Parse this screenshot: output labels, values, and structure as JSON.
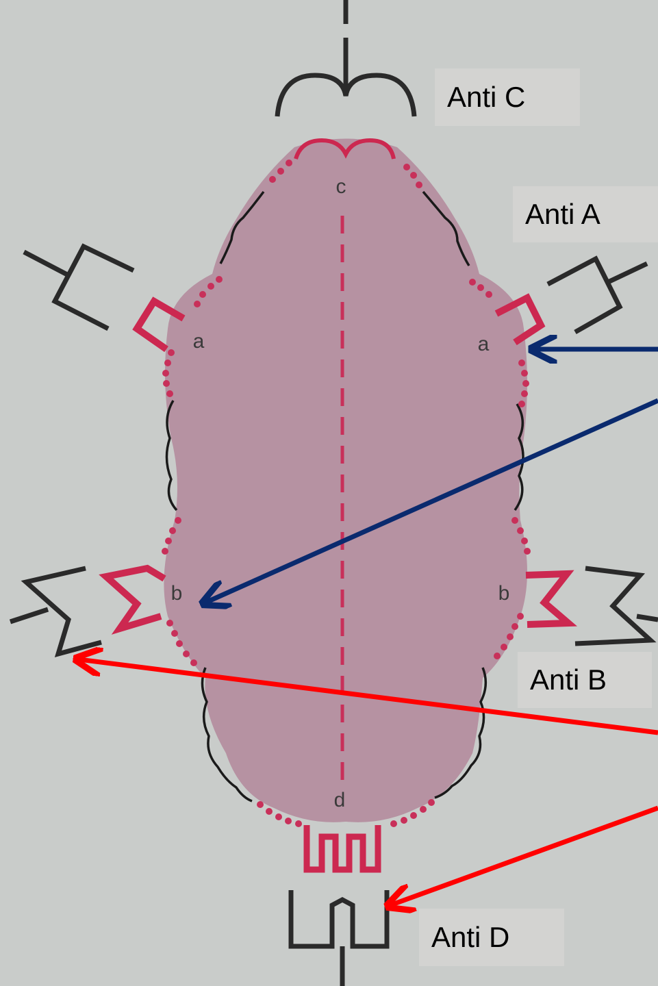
{
  "callouts": {
    "anti_c": "Anti C",
    "anti_a": "Anti A",
    "anti_b": "Anti B",
    "anti_d": "Anti D"
  },
  "cell_sites": {
    "c": "c",
    "a_left": "a",
    "a_right": "a",
    "b_left": "b",
    "b_right": "b",
    "d": "d"
  },
  "colors": {
    "background": "#c9ccca",
    "cell_fill": "#b692a2",
    "antigen_red": "#cc2850",
    "antibody_black": "#2a2a2a",
    "arrow_blue": "#0a2a6e",
    "arrow_red": "#ff0000"
  }
}
